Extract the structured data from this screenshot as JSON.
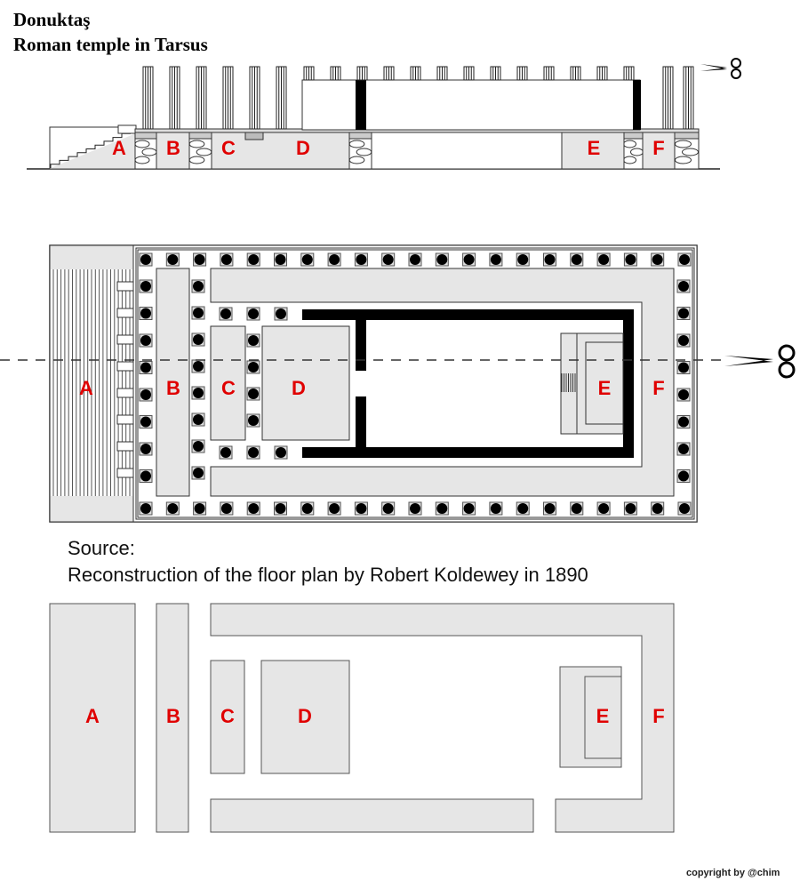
{
  "title": {
    "line1": "Donuktaş",
    "line2": "Roman temple in Tarsus"
  },
  "source": {
    "label": "Source:",
    "text": "Reconstruction of the floor plan by Robert Koldewey in 1890"
  },
  "copyright": "copyright by @chim",
  "labels": {
    "A": "A",
    "B": "B",
    "C": "C",
    "D": "D",
    "E": "E",
    "F": "F"
  },
  "colors": {
    "label": "#e00000",
    "fill": "#e6e6e6",
    "line": "#333333"
  },
  "icons": {
    "cut": "scissors-icon"
  }
}
